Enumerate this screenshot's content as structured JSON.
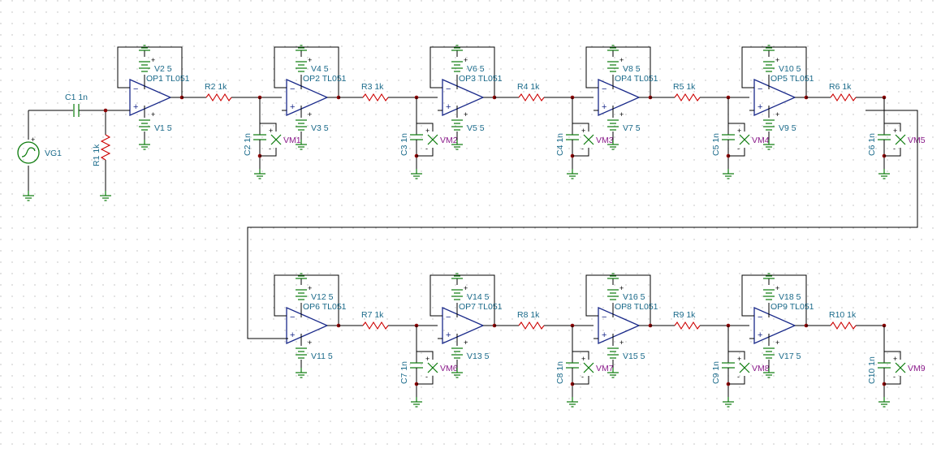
{
  "colors": {
    "wire": "#000000",
    "component": "#0a7a0a",
    "opamp": "#1a2a8a",
    "label": "#1a6a8a",
    "meter": "#8a1a8a",
    "node": "#8b0000"
  },
  "source": {
    "name": "VG1"
  },
  "input_cap": {
    "label": "C1 1n"
  },
  "input_res": {
    "label": "R1 1k"
  },
  "stages": [
    {
      "op": "OP1 TL051",
      "vpos": "V2 5",
      "vneg": "V1 5",
      "res": "R2 1k",
      "cap": "C2 1n",
      "meter": "VM1"
    },
    {
      "op": "OP2 TL051",
      "vpos": "V4 5",
      "vneg": "V3 5",
      "res": "R3 1k",
      "cap": "C3 1n",
      "meter": "VM2"
    },
    {
      "op": "OP3 TL051",
      "vpos": "V6 5",
      "vneg": "V5 5",
      "res": "R4 1k",
      "cap": "C4 1n",
      "meter": "VM3"
    },
    {
      "op": "OP4 TL051",
      "vpos": "V8 5",
      "vneg": "V7 5",
      "res": "R5 1k",
      "cap": "C5 1n",
      "meter": "VM4"
    },
    {
      "op": "OP5 TL051",
      "vpos": "V10 5",
      "vneg": "V9 5",
      "res": "R6 1k",
      "cap": "C6 1n",
      "meter": "VM5"
    },
    {
      "op": "OP6 TL051",
      "vpos": "V12 5",
      "vneg": "V11 5",
      "res": "R7 1k",
      "cap": "C7 1n",
      "meter": "VM6"
    },
    {
      "op": "OP7 TL051",
      "vpos": "V14 5",
      "vneg": "V13 5",
      "res": "R8 1k",
      "cap": "C8 1n",
      "meter": "VM7"
    },
    {
      "op": "OP8 TL051",
      "vpos": "V16 5",
      "vneg": "V15 5",
      "res": "R9 1k",
      "cap": "C9 1n",
      "meter": "VM8"
    },
    {
      "op": "OP9 TL051",
      "vpos": "V18 5",
      "vneg": "V17 5",
      "res": "R10 1k",
      "cap": "C10 1n",
      "meter": "VM9"
    }
  ]
}
